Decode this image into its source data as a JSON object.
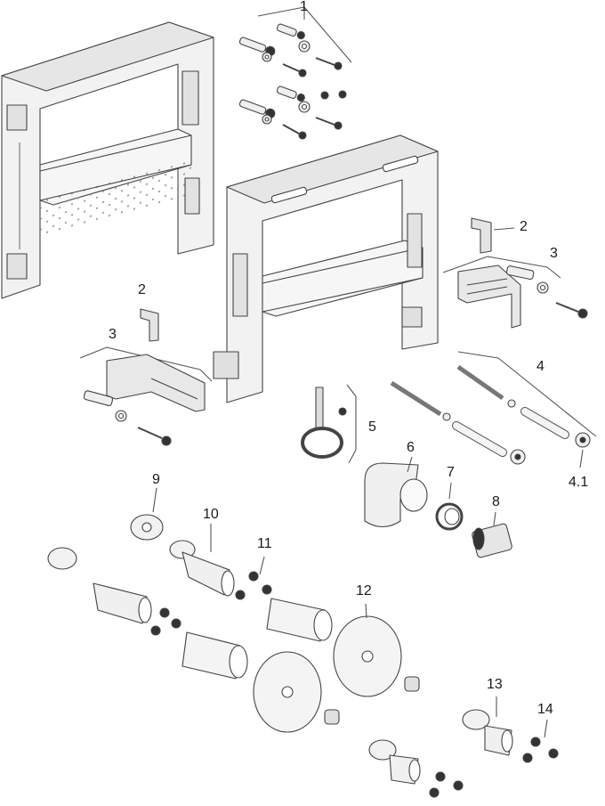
{
  "diagram": {
    "callouts": [
      {
        "id": "c1",
        "text": "1"
      },
      {
        "id": "c2a",
        "text": "2"
      },
      {
        "id": "c2b",
        "text": "2"
      },
      {
        "id": "c3a",
        "text": "3"
      },
      {
        "id": "c3b",
        "text": "3"
      },
      {
        "id": "c4",
        "text": "4"
      },
      {
        "id": "c41",
        "text": "4.1"
      },
      {
        "id": "c5",
        "text": "5"
      },
      {
        "id": "c6",
        "text": "6"
      },
      {
        "id": "c7",
        "text": "7"
      },
      {
        "id": "c8",
        "text": "8"
      },
      {
        "id": "c9",
        "text": "9"
      },
      {
        "id": "c10",
        "text": "10"
      },
      {
        "id": "c11",
        "text": "11"
      },
      {
        "id": "c12",
        "text": "12"
      },
      {
        "id": "c13",
        "text": "13"
      },
      {
        "id": "c14",
        "text": "14"
      }
    ]
  }
}
